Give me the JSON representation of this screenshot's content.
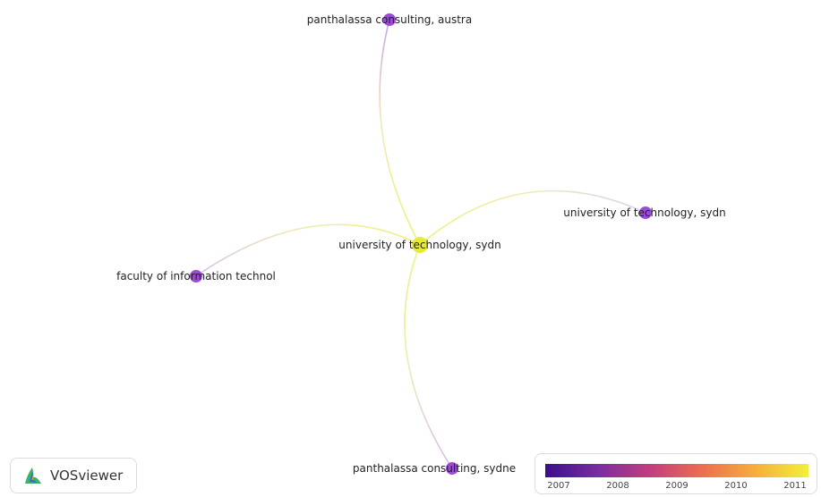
{
  "app": {
    "brand_name": "VOSviewer",
    "brand_icon": "vosviewer-logo-icon"
  },
  "network": {
    "central_node": {
      "id": "utas-center",
      "label": "university of technology, sydn",
      "color": "#e6ec36"
    },
    "nodes": [
      {
        "id": "pc-austra",
        "label": "panthalassa consulting, austra",
        "color": "#9c4ad9",
        "link_color": "#c9a4e6"
      },
      {
        "id": "uts-right",
        "label": "university of technology, sydn",
        "color": "#9c4ad9",
        "link_color": "#ddd0ec"
      },
      {
        "id": "fit",
        "label": "faculty of information technol",
        "color": "#9c4ad9",
        "link_color": "#d9c4ec"
      },
      {
        "id": "pc-sydne",
        "label": "panthalassa consulting, sydne",
        "color": "#9c4ad9",
        "link_color": "#d6bcec"
      }
    ]
  },
  "legend": {
    "ticks": [
      "2007",
      "2008",
      "2009",
      "2010",
      "2011"
    ],
    "gradient": [
      "#3b0f8b",
      "#7a2da0",
      "#c23e7e",
      "#ee6f4f",
      "#f6ae3b",
      "#f2f13a"
    ]
  }
}
